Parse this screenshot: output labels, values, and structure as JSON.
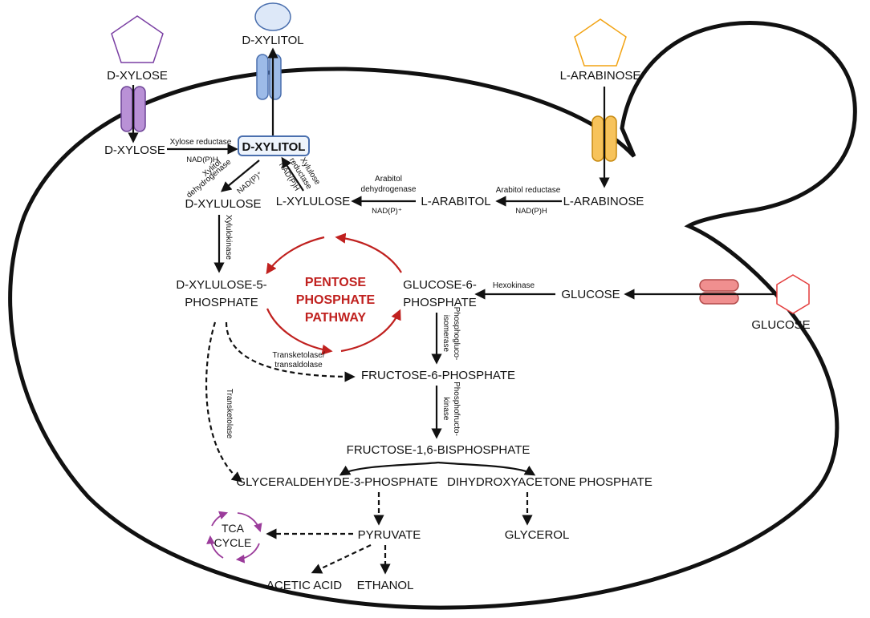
{
  "metabolites": {
    "d_xylose_out": "D-XYLOSE",
    "d_xylitol_out": "D-XYLITOL",
    "l_arabinose_out": "L-ARABINOSE",
    "glucose_out": "GLUCOSE",
    "d_xylose_in": "D-XYLOSE",
    "d_xylitol_in": "D-XYLITOL",
    "d_xylulose": "D-XYLULOSE",
    "l_xylulose": "L-XYLULOSE",
    "l_arabitol": "L-ARABITOL",
    "l_arabinose_in": "L-ARABINOSE",
    "d_xylulose_5p_line1": "D-XYLULOSE-5-",
    "d_xylulose_5p_line2": "PHOSPHATE",
    "glucose_6p_line1": "GLUCOSE-6-",
    "glucose_6p_line2": "PHOSPHATE",
    "glucose_in": "GLUCOSE",
    "fructose_6p": "FRUCTOSE-6-PHOSPHATE",
    "fructose_16bp": "FRUCTOSE-1,6-BISPHOSPHATE",
    "g3p": "GLYCERALDEHYDE-3-PHOSPHATE",
    "dhap": "DIHYDROXYACETONE PHOSPHATE",
    "pyruvate": "PYRUVATE",
    "glycerol": "GLYCEROL",
    "acetic_acid": "ACETIC ACID",
    "ethanol": "ETHANOL"
  },
  "enzymes": {
    "xylose_reductase": "Xylose reductase",
    "xylitol_dh_line1": "Xylitol",
    "xylitol_dh_line2": "dehydrogenase",
    "xylulose_red_line1": "Xylulose",
    "xylulose_red_line2": "reductase",
    "arabitol_dh_line1": "Arabitol",
    "arabitol_dh_line2": "dehydrogenase",
    "arabitol_reductase": "Arabitol reductase",
    "xylulokinase": "Xylulokinase",
    "hexokinase": "Hexokinase",
    "phosphogluco_line1": "Phosphogluco-",
    "phosphogluco_line2": "isomerase",
    "phosphofructo_line1": "Phosphofructo-",
    "phosphofructo_line2": "kinase",
    "transketolase_transaldolase_line1": "Transketolase/",
    "transketolase_transaldolase_line2": "transaldolase",
    "transketolase": "Transketolase"
  },
  "cofactors": {
    "xr": "NAD(P)H",
    "xdh": "NAD(P)⁺",
    "xylred": "NAD(P)H",
    "ardh": "NAD(P)⁺",
    "arred": "NAD(P)H"
  },
  "ppp": {
    "line1": "PENTOSE",
    "line2": "PHOSPHATE",
    "line3": "PATHWAY"
  },
  "tca": {
    "line1": "TCA",
    "line2": "CYCLE"
  },
  "colors": {
    "xylose_transporter": "#b991d6",
    "xylitol_transporter": "#9dbbe8",
    "arabinose_transporter": "#f7c35b",
    "glucose_transporter": "#f08f8f",
    "ppp_red": "#c0211f",
    "tca_purple": "#9b3c9b",
    "xylose_pentagon": "#7a3fa3",
    "arabinose_pentagon": "#f2a313",
    "glucose_hexagon": "#e33b3b"
  }
}
